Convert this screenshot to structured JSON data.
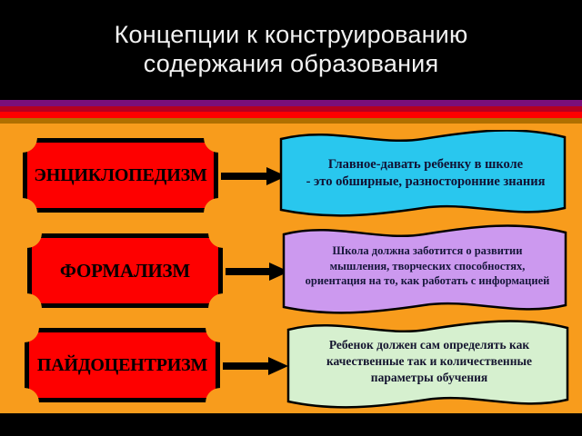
{
  "slide": {
    "title": "Концепции к конструированию\nсодержания образования",
    "background_color": "#f89c1c",
    "title_band_color": "#000000"
  },
  "stripes": [
    {
      "name": "purple-stripe",
      "color": "#7a0f7a"
    },
    {
      "name": "crimson-stripe",
      "color": "#b50020"
    },
    {
      "name": "red-stripe",
      "color": "#fe0000"
    },
    {
      "name": "gold-stripe",
      "color": "#b07000"
    }
  ],
  "rows": [
    {
      "concept": "ЭНЦИКЛОПЕДИЗМ",
      "concept_fill": "#fe0000",
      "description": "Главное-давать ребенку в школе\n- это обширные, разносторонние знания",
      "description_fill": "#29c7ee",
      "arrow": "right-arrow"
    },
    {
      "concept": "ФОРМАЛИЗМ",
      "concept_fill": "#fe0000",
      "description": "Школа должна заботится о развитии\nмышления, творческих способностях,\nориентация на то,  как работать с информацией",
      "description_fill": "#cc99ef",
      "arrow": "right-arrow"
    },
    {
      "concept": "ПАЙДОЦЕНТРИЗМ",
      "concept_fill": "#fe0000",
      "description": "Ребенок должен сам определять как\nкачественные так и количественные\nпараметры обучения",
      "description_fill": "#d6f0cf",
      "arrow": "right-arrow"
    }
  ]
}
